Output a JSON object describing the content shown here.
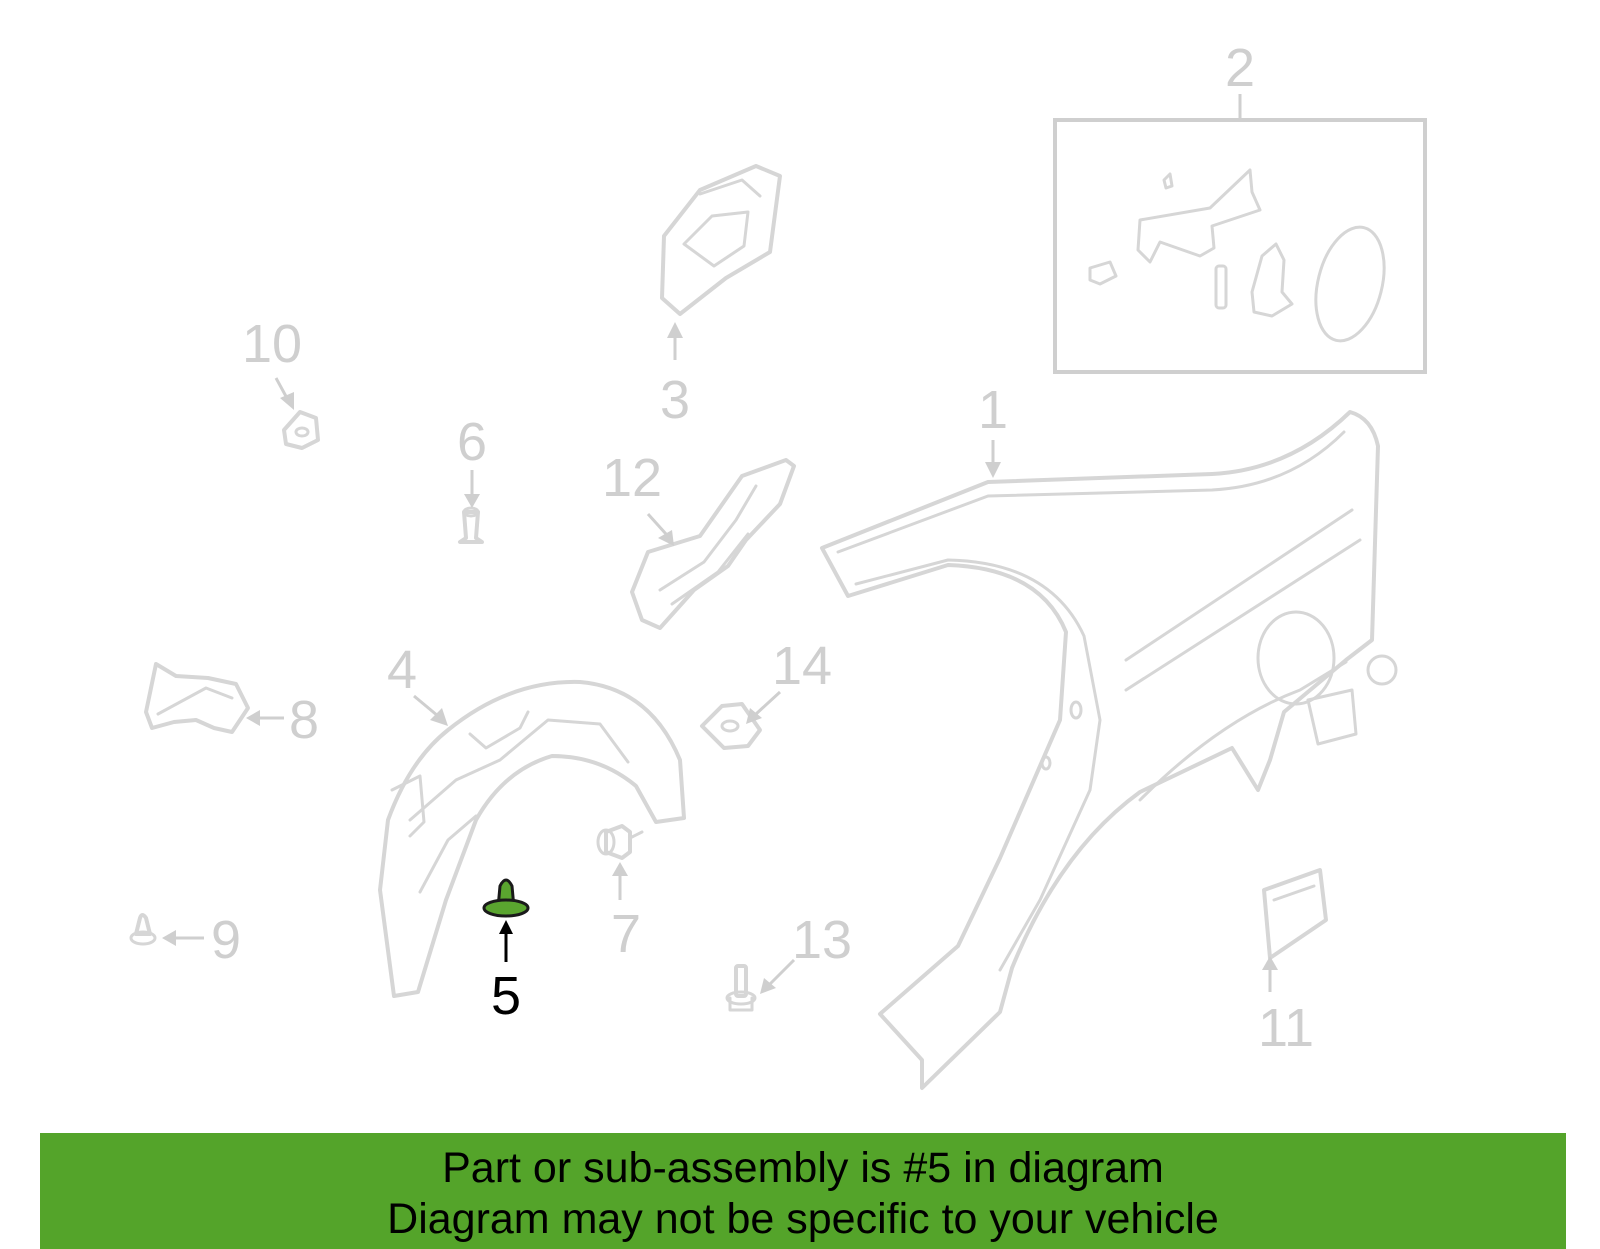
{
  "callouts": {
    "c1": "1",
    "c2": "2",
    "c3": "3",
    "c4": "4",
    "c5": "5",
    "c6": "6",
    "c7": "7",
    "c8": "8",
    "c9": "9",
    "c10": "10",
    "c11": "11",
    "c12": "12",
    "c13": "13",
    "c14": "14"
  },
  "highlighted_part": "5",
  "colors": {
    "banner": "#54a42a",
    "highlight": "#5aa52f",
    "inactive": "#d6d6d6"
  },
  "banner": {
    "line1": "Part or sub-assembly is #5 in diagram",
    "line2": "Diagram may not be specific to your vehicle"
  }
}
